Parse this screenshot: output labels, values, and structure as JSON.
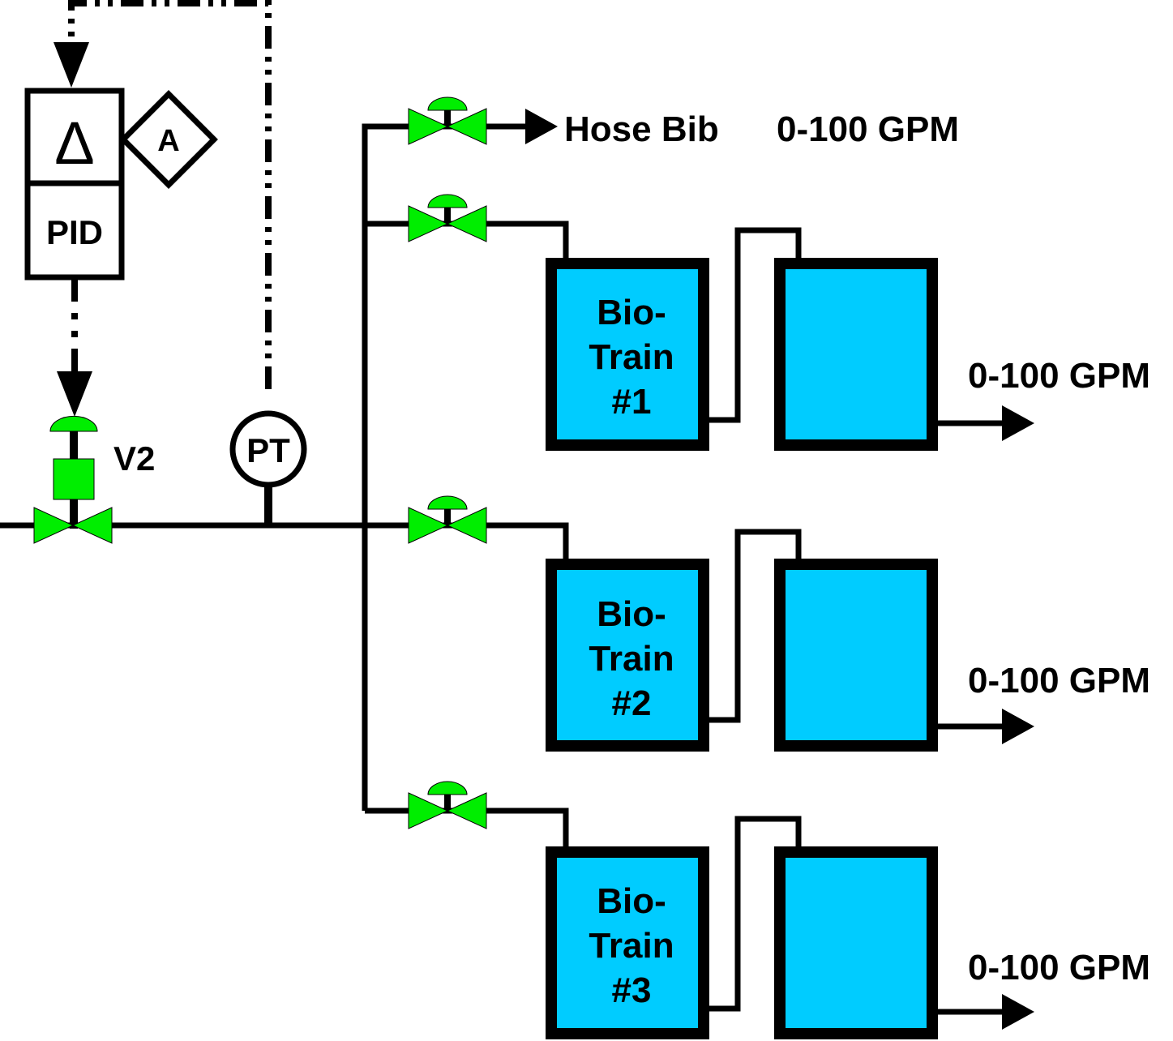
{
  "colors": {
    "line": "#000000",
    "valve": "#00ee00",
    "tank_fill": "#00ccff",
    "background": "#ffffff"
  },
  "controller": {
    "delta_symbol": "Δ",
    "pid_label": "PID",
    "alarm_label": "A"
  },
  "instruments": {
    "pressure_transmitter_label": "PT",
    "control_valve_label": "V2"
  },
  "hose_bib": {
    "label": "Hose Bib",
    "flow": "0-100 GPM"
  },
  "trains": [
    {
      "line1": "Bio-",
      "line2": "Train",
      "line3": "#1",
      "flow": "0-100 GPM"
    },
    {
      "line1": "Bio-",
      "line2": "Train",
      "line3": "#2",
      "flow": "0-100 GPM"
    },
    {
      "line1": "Bio-",
      "line2": "Train",
      "line3": "#3",
      "flow": "0-100 GPM"
    }
  ],
  "icons": [
    "gate-valve-icon",
    "control-valve-icon",
    "flow-arrow-icon",
    "diamond-alarm-icon"
  ]
}
